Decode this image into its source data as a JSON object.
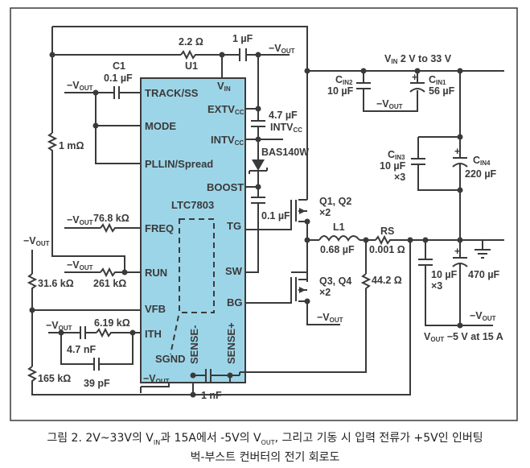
{
  "ic": {
    "name": "LTC7803",
    "fill_color": "#9dd5e8",
    "pins": {
      "track_ss": "TRACK/SS",
      "mode": "MODE",
      "pllin": "PLLIN/Spread",
      "freq": "FREQ",
      "run": "RUN",
      "vfb": "VFB",
      "ith": "ITH",
      "sgnd": "SGND",
      "sense_minus": "SENSE-",
      "sense_plus": "SENSE+",
      "vin": "V",
      "vin_sub": "IN",
      "extvcc": "EXTV",
      "extvcc_sub": "CC",
      "intvcc": "INTV",
      "intvcc_sub": "CC",
      "boost": "BOOST",
      "tg": "TG",
      "sw": "SW",
      "bg": "BG"
    }
  },
  "labels": {
    "neg_vout": "−V",
    "out_sub": "OUT",
    "r_22": "2.2 Ω",
    "u1": "U1",
    "c_1uf": "1 µF",
    "c1": "C1",
    "c1_val": "0.1 µF",
    "r_1m": "1 mΩ",
    "c_47uf": "4.7 µF",
    "intvcc_lbl": "INTV",
    "intvcc_lbl_sub": "CC",
    "diode": "BAS140W",
    "c_boost": "0.1 µF",
    "r_freq": "76.8 kΩ",
    "r_run": "261 kΩ",
    "r_fb_top": "31.6 kΩ",
    "r_fb_bot": "165 kΩ",
    "r_ith": "6.19 kΩ",
    "c_ith": "4.7 nF",
    "c_ith2": "39 pF",
    "c_sense": "1 nF",
    "vin_label": "V",
    "vin_label_sub": "IN",
    "vin_range": " 2 V to 33 V",
    "cin2": "C",
    "cin2_sub": "IN2",
    "cin2_val": "10 µF",
    "cin1": "C",
    "cin1_sub": "IN1",
    "cin1_val": "56 µF",
    "cin3": "C",
    "cin3_sub": "IN3",
    "cin3_val": "10 µF",
    "cin3_mult": "×3",
    "cin4": "C",
    "cin4_sub": "IN4",
    "cin4_val": "220 µF",
    "q12": "Q1, Q2",
    "q12_mult": "×2",
    "q34": "Q3, Q4",
    "q34_mult": "×2",
    "l1": "L1",
    "l1_val": "0.68 µF",
    "rs": "RS",
    "rs_val": "0.001 Ω",
    "r_442": "44.2 Ω",
    "cout_val": "10 µF",
    "cout_mult": "×3",
    "cout2_val": "470 µF",
    "vout_label": "V",
    "vout_label_sub": "OUT",
    "vout_spec": " −5 V at 15 A",
    "plus": "+"
  },
  "caption": {
    "line1_a": "그림 2. 2V~33V의 V",
    "line1_b": "IN",
    "line1_c": "과 15A에서 -5V의 V",
    "line1_d": "OUT",
    "line1_e": ", 그리고 기동 시 입력 전류가 +5V인 인버팅",
    "line2": "벅-부스트 컨버터의 전기 회로도"
  }
}
